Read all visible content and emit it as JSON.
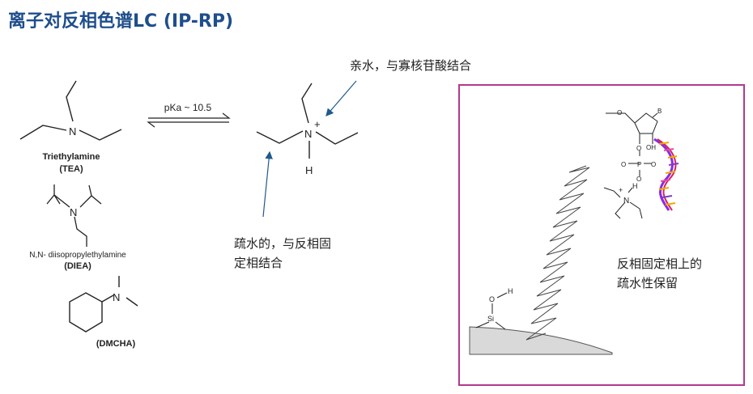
{
  "title": "离子对反相色谱LC (IP-RP)",
  "structures": {
    "tea_name": "Triethylamine",
    "tea_abbr": "(TEA)",
    "diea_name": "N,N- diisopropylethylamine",
    "diea_abbr": "(DIEA)",
    "dmcha_abbr": "(DMCHA)",
    "atom_n": "N",
    "atom_h": "H",
    "charge_plus": "+"
  },
  "equilibrium": {
    "label": "pKa ~ 10.5"
  },
  "annotations": {
    "hydrophilic": "亲水，与寡核苷酸结合",
    "hydrophobic_line1": "疏水的，与反相固",
    "hydrophobic_line2": "定相结合"
  },
  "panel": {
    "caption_line1": "反相固定相上的",
    "caption_line2": "疏水性保留",
    "atom_si": "Si",
    "atom_o": "O",
    "atom_h": "H",
    "atom_b": "B",
    "atom_oh": "OH",
    "atom_p": "P",
    "colors": {
      "border": "#b03a8e",
      "arrow": "#1f5a8c",
      "surface": "#d9d9d9"
    }
  }
}
